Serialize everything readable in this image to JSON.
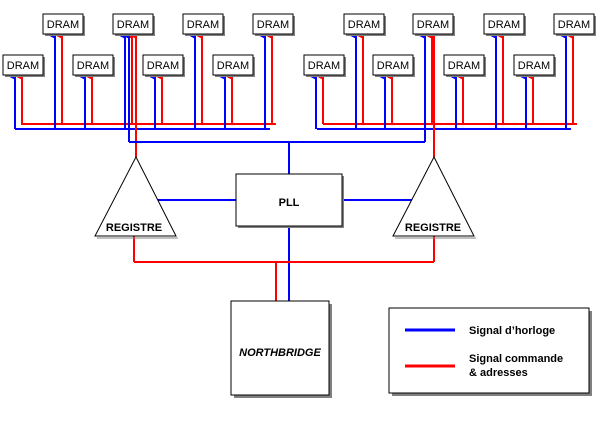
{
  "colors": {
    "clock": "#0000ff",
    "command": "#ff0000",
    "outline": "#000000",
    "shadow": "#808080"
  },
  "dram_label": "DRAM",
  "register_label": "REGISTRE",
  "pll_label": "PLL",
  "northbridge_label": "NORTHBRIDGE",
  "legend": {
    "clock": "Signal d’horloge",
    "command_line1": "Signal commande",
    "command_line2": "& adresses"
  }
}
